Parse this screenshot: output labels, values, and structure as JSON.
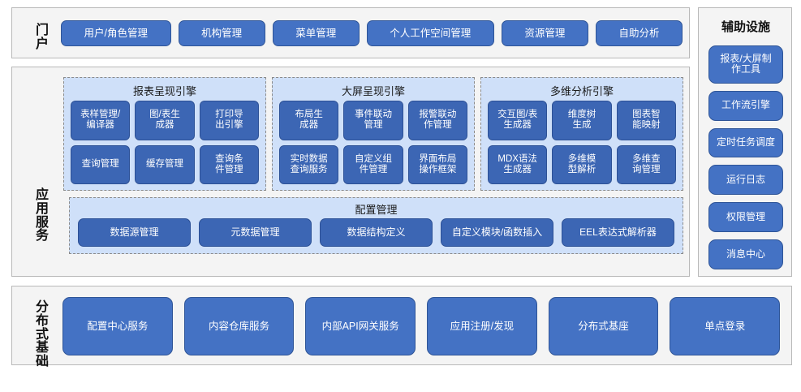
{
  "portal": {
    "label": "门\n户",
    "items": [
      {
        "label": "用户/角色管理"
      },
      {
        "label": "机构管理"
      },
      {
        "label": "菜单管理"
      },
      {
        "label": "个人工作空间管理"
      },
      {
        "label": "资源管理"
      },
      {
        "label": "自助分析"
      }
    ]
  },
  "aux": {
    "title": "辅助设施",
    "items": [
      {
        "label": "报表/大屏制\n作工具"
      },
      {
        "label": "工作流引擎"
      },
      {
        "label": "定时任务调度"
      },
      {
        "label": "运行日志"
      },
      {
        "label": "权限管理"
      },
      {
        "label": "消息中心"
      }
    ]
  },
  "app_service": {
    "label": "应\n用\n服\n务",
    "engines": [
      {
        "title": "报表呈现引擎",
        "items": [
          {
            "label": "表样管理/\n编译器"
          },
          {
            "label": "图/表生\n成器"
          },
          {
            "label": "打印导\n出引擎"
          },
          {
            "label": "查询管理"
          },
          {
            "label": "缓存管理"
          },
          {
            "label": "查询条\n件管理"
          }
        ]
      },
      {
        "title": "大屏呈现引擎",
        "items": [
          {
            "label": "布局生\n成器"
          },
          {
            "label": "事件联动\n管理"
          },
          {
            "label": "报警联动\n作管理"
          },
          {
            "label": "实时数据\n查询服务"
          },
          {
            "label": "自定义组\n件管理"
          },
          {
            "label": "界面布局\n操作框架"
          }
        ]
      },
      {
        "title": "多维分析引擎",
        "items": [
          {
            "label": "交互图/表\n生成器"
          },
          {
            "label": "维度树\n生成"
          },
          {
            "label": "图表智\n能映射"
          },
          {
            "label": "MDX语法\n生成器"
          },
          {
            "label": "多维模\n型解析"
          },
          {
            "label": "多维查\n询管理"
          }
        ]
      }
    ],
    "config": {
      "title": "配置管理",
      "items": [
        {
          "label": "数据源管理"
        },
        {
          "label": "元数据管理"
        },
        {
          "label": "数据结构定义"
        },
        {
          "label": "自定义模块/函数插入"
        },
        {
          "label": "EEL表达式解析器"
        }
      ]
    }
  },
  "base": {
    "label": "分\n布\n式\n基\n础",
    "items": [
      {
        "label": "配置中心服务"
      },
      {
        "label": "内容仓库服务"
      },
      {
        "label": "内部API网关服务"
      },
      {
        "label": "应用注册/发现"
      },
      {
        "label": "分布式基座"
      },
      {
        "label": "单点登录"
      }
    ]
  },
  "colors": {
    "chip_blue": "#4472c4",
    "chip_blue_dark": "#3c66b4",
    "panel_blue": "#cfe0f9",
    "section_gray": "#f4f4f4",
    "border_gray": "#b9b9b9"
  }
}
